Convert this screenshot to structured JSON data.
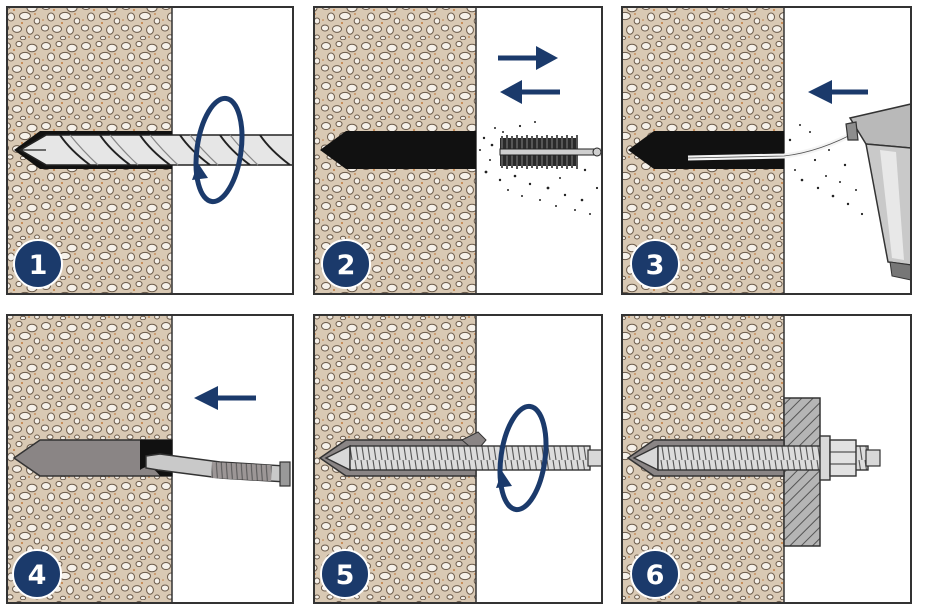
{
  "colors": {
    "navy": "#1b3a6b",
    "concrete": "#d9c9b4",
    "stone_fill": "#f6f1ea",
    "stone_stroke": "#6a5a4a",
    "frame": "#333333",
    "black": "#111111",
    "mortar_grey": "#8a8585",
    "steel": "#d8d8d8"
  },
  "steps": [
    {
      "number": "1",
      "tool": "drill-bit-icon",
      "motion": "rotation-arrow-icon"
    },
    {
      "number": "2",
      "tool": "cleaning-brush-icon",
      "motion": "back-and-forth-arrows-icon"
    },
    {
      "number": "3",
      "tool": "blow-pump-icon",
      "motion": "left-arrow-icon"
    },
    {
      "number": "4",
      "tool": "mixer-nozzle-icon",
      "motion": "left-arrow-icon"
    },
    {
      "number": "5",
      "tool": "threaded-rod-icon",
      "motion": "rotation-arrow-icon"
    },
    {
      "number": "6",
      "tool": "nut-washer-plate-icon",
      "motion": ""
    }
  ]
}
